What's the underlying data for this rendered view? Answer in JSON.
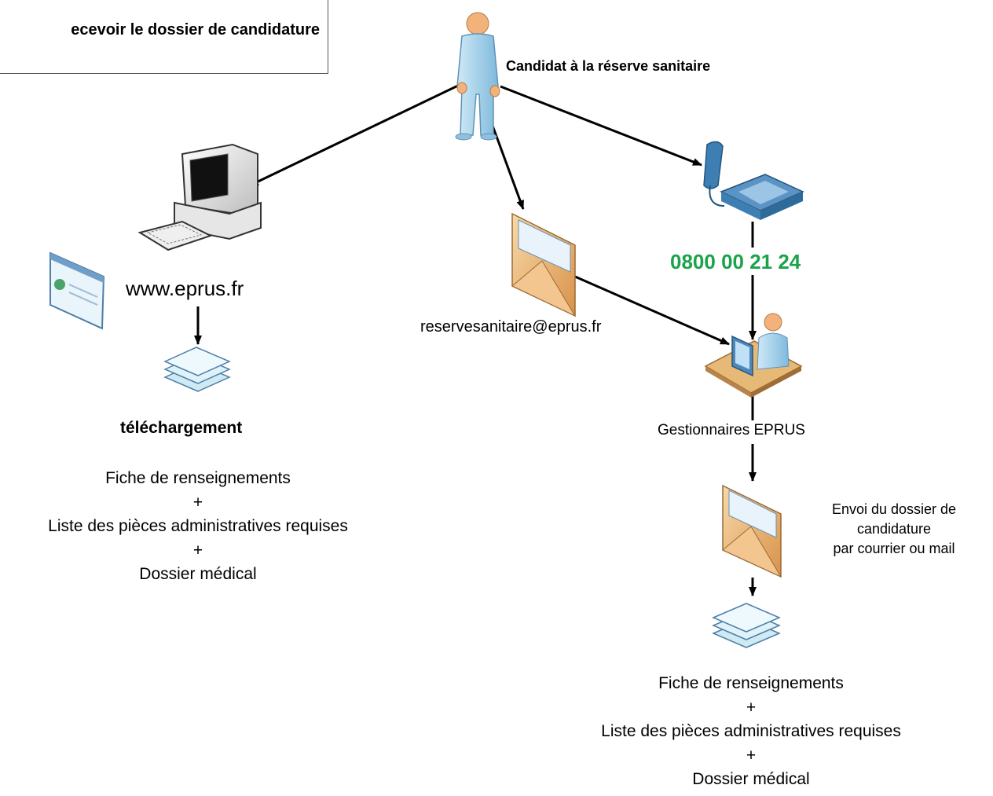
{
  "title": "ecevoir le dossier de candidature",
  "candidate_label": "Candidat à la réserve sanitaire",
  "website": "www.eprus.fr",
  "email": "reservesanitaire@eprus.fr",
  "phone": "0800 00 21 24",
  "managers_label": "Gestionnaires EPRUS",
  "download_label": "téléchargement",
  "send_note": [
    "Envoi du dossier de",
    "candidature",
    "par courrier ou mail"
  ],
  "left_docs": [
    "Fiche de renseignements",
    "+",
    "Liste des pièces administratives requises",
    "+",
    "Dossier médical"
  ],
  "right_docs": [
    "Fiche de renseignements",
    "+",
    "Liste des pièces administratives requises",
    "+",
    "Dossier médical"
  ],
  "colors": {
    "phone": "#1aa34a",
    "envelope": "#e9b070",
    "figure": "#9fd0ea",
    "document": "#cfeaf4"
  }
}
